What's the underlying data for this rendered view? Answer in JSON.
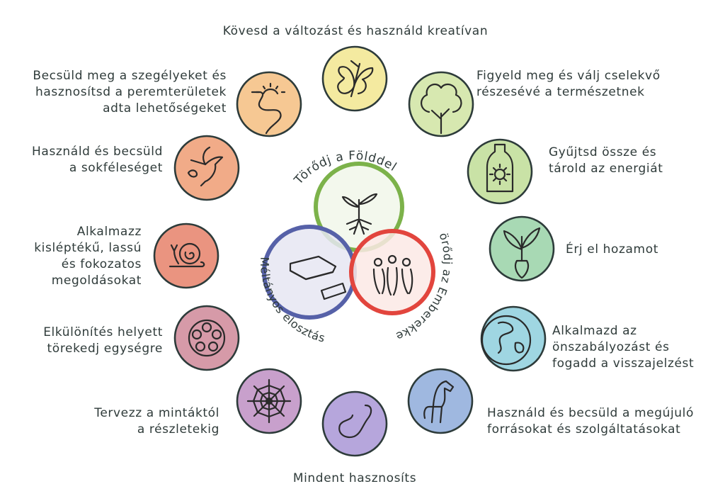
{
  "principles": [
    {
      "key": "observe",
      "text": "Figyeld meg és válj cselekvő\nrészesévé a természetnek",
      "color": "#d7e8b0",
      "icon": "tree-icon"
    },
    {
      "key": "energy",
      "text": "Gyűjtsd össze és\ntárold az energiát",
      "color": "#c9e2a6",
      "icon": "bottle-sun-icon"
    },
    {
      "key": "yield",
      "text": "Érj el hozamot",
      "color": "#a8d9b4",
      "icon": "beet-icon"
    },
    {
      "key": "selfreg",
      "text": "Alkalmazd az\nönszabályozást és\nfogadd a visszajelzést",
      "color": "#9fd6e2",
      "icon": "globe-icon"
    },
    {
      "key": "renewable",
      "text": "Használd és becsüld a megújuló\nforrásokat és szolgáltatásokat",
      "color": "#9fb8e0",
      "icon": "horse-icon"
    },
    {
      "key": "waste",
      "text": "Mindent hasznosíts",
      "color": "#b6a6dc",
      "icon": "worm-icon"
    },
    {
      "key": "patterns",
      "text": "Tervezz a mintáktól\na részletekig",
      "color": "#c8a0cc",
      "icon": "spiderweb-icon"
    },
    {
      "key": "integrate",
      "text": "Elkülönítés helyett\ntörekedj egységre",
      "color": "#d69aa8",
      "icon": "circles-icon"
    },
    {
      "key": "small",
      "text": "Alkalmazz\nkisléptékű, lassú\nés fokozatos\nmegoldásokat",
      "color": "#ea9480",
      "icon": "snail-icon"
    },
    {
      "key": "diversity",
      "text": "Használd és becsüld\na sokféleséget",
      "color": "#f1ab88",
      "icon": "hummingbird-icon"
    },
    {
      "key": "edges",
      "text": "Becsüld meg a szegélyeket és\nhasznosítsd a peremterületek\nadta lehetőségeket",
      "color": "#f6c893",
      "icon": "path-sun-icon"
    },
    {
      "key": "change",
      "text": "Kövesd a változást és használd kreatívan",
      "color": "#f4eaa0",
      "icon": "butterfly-icon"
    }
  ],
  "ethics": {
    "earth": {
      "text": "Törődj a Földdel",
      "color": "#7cb24a",
      "fill": "#f1f7ea"
    },
    "people": {
      "text": "Törődj az Emberekkel",
      "color": "#e2453d",
      "fill": "#fbe9e5"
    },
    "fair": {
      "text": "Méltányos elosztás",
      "color": "#5661a8",
      "fill": "#e6e6f2"
    }
  }
}
